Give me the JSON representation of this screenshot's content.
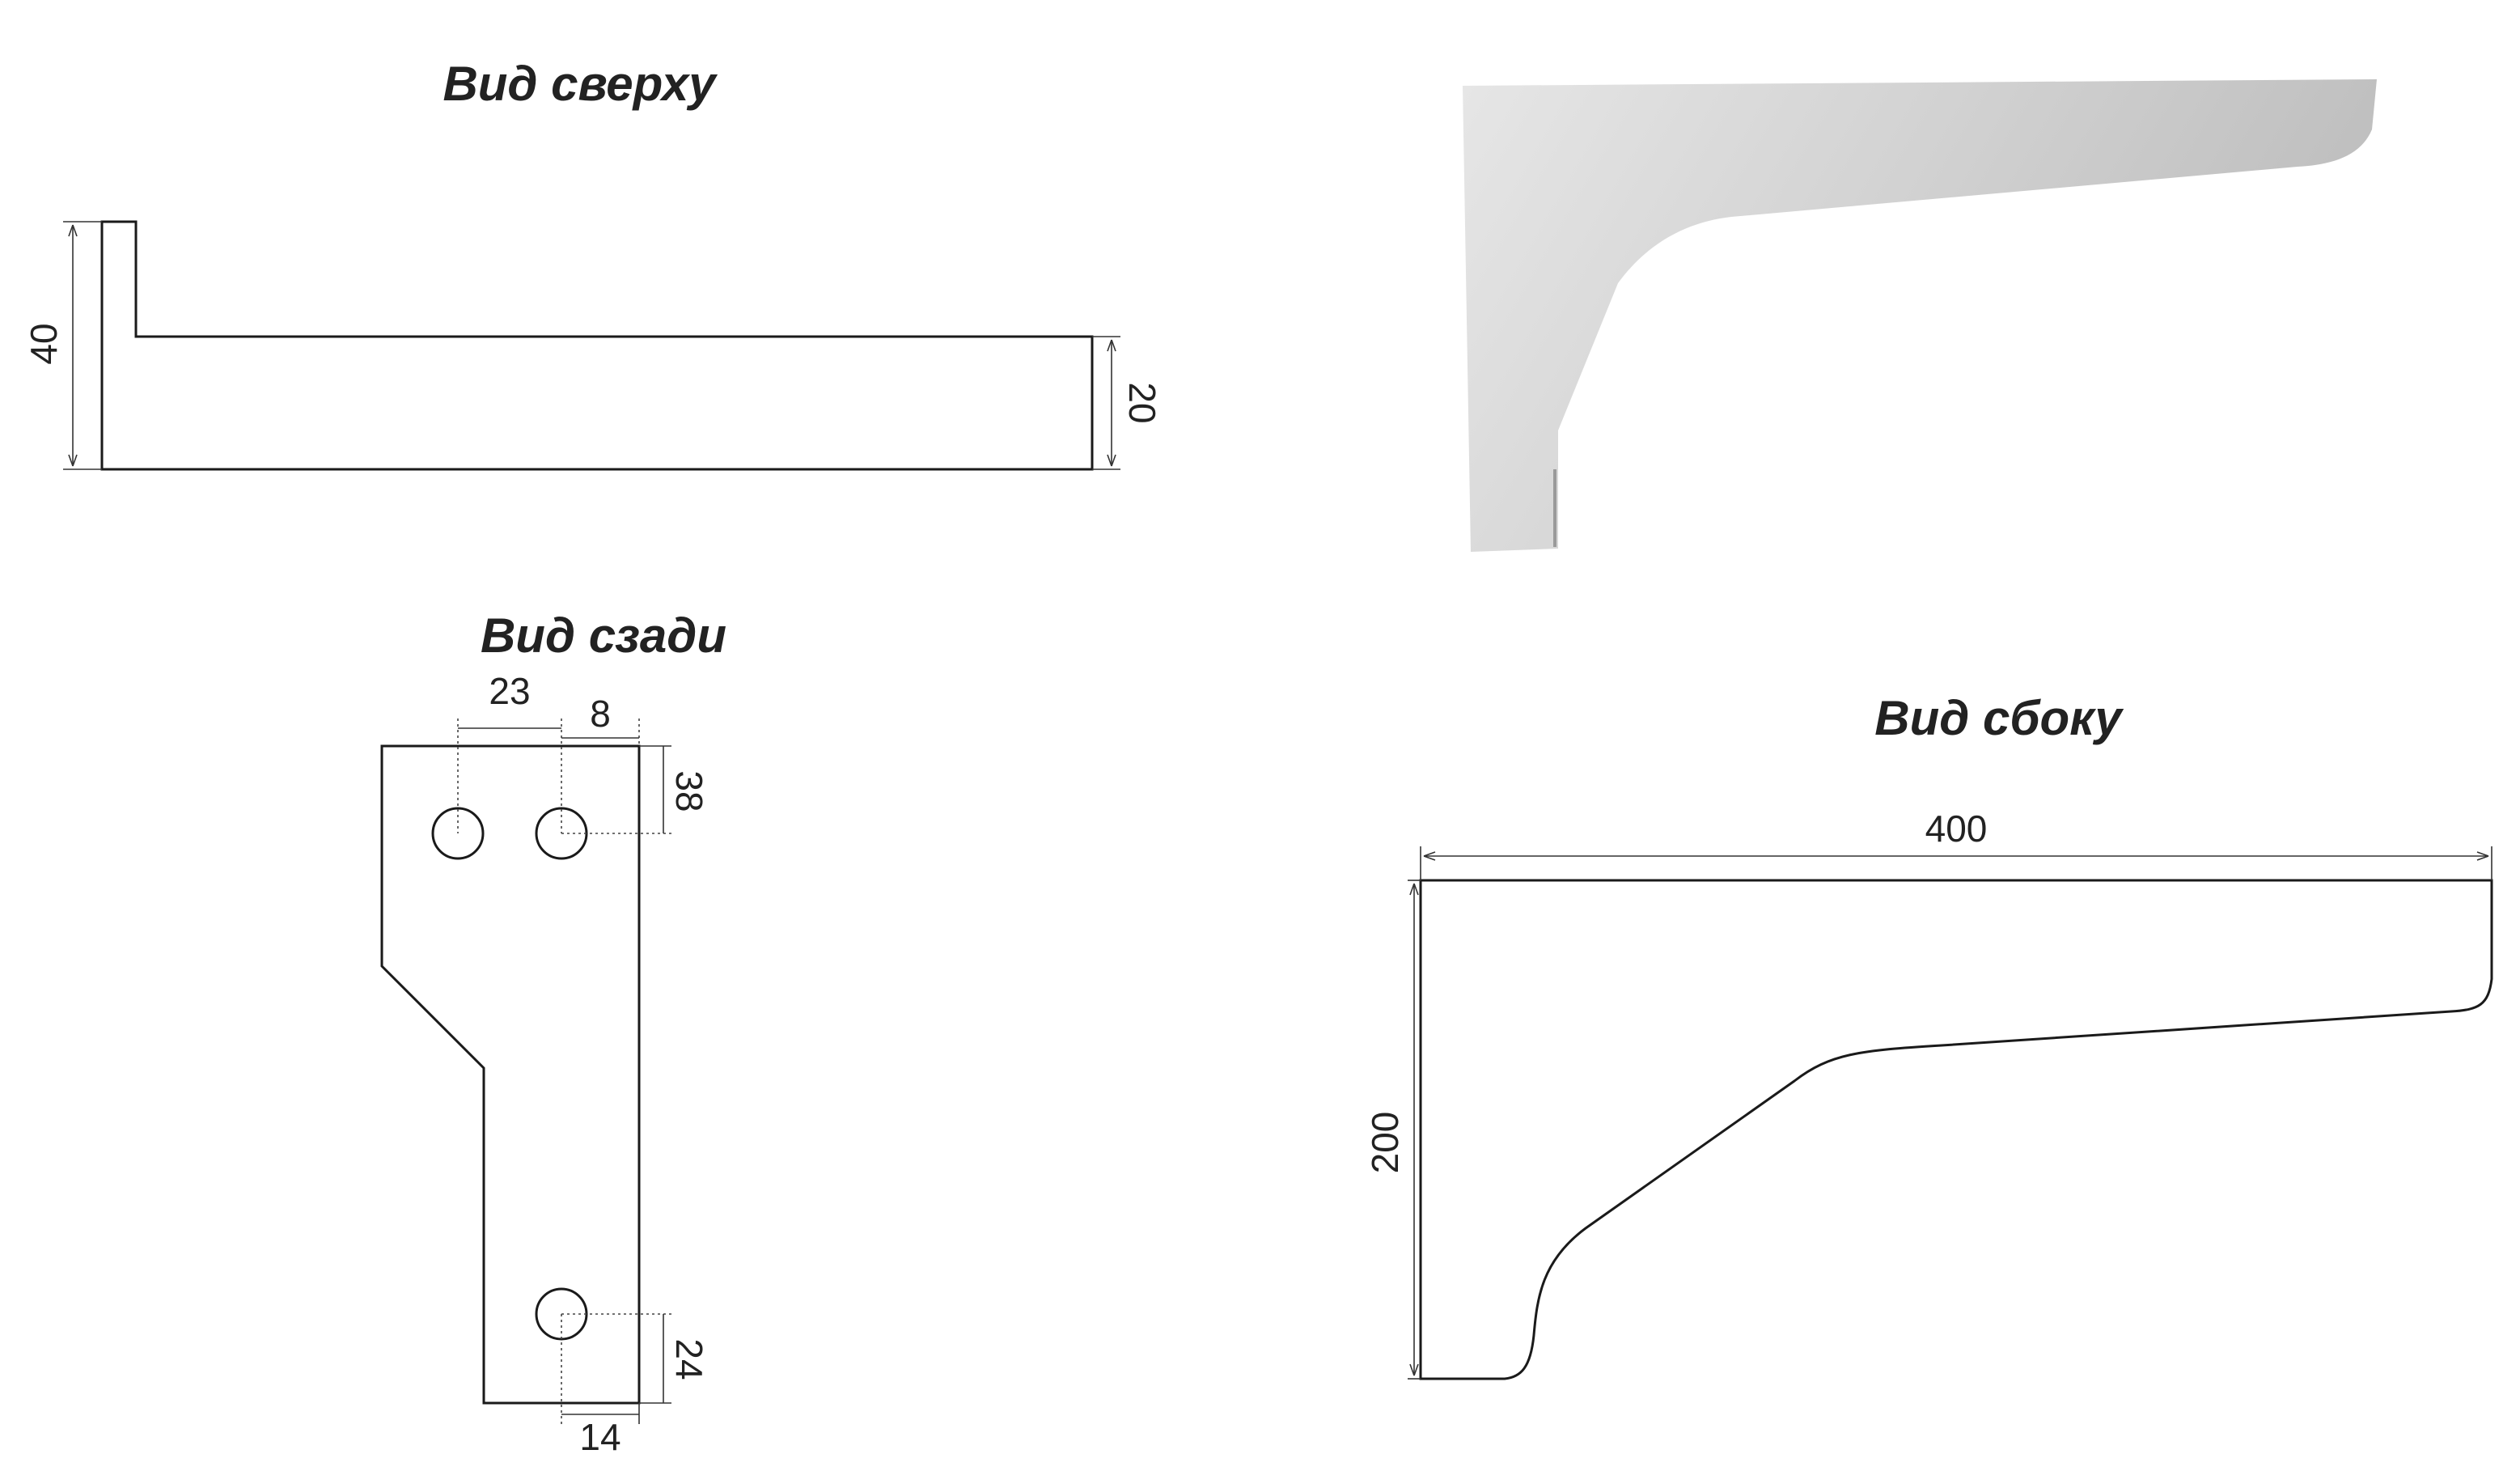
{
  "titles": {
    "top_view": "Вид сверху",
    "back_view": "Вид сзади",
    "side_view": "Вид сбоку"
  },
  "dimensions": {
    "top_height": "40",
    "top_flange": "20",
    "back_spacing": "23",
    "back_offset": "8",
    "back_top_hole": "38",
    "back_bottom_hole": "24",
    "back_bottom_offset": "14",
    "side_length": "400",
    "side_height": "200"
  },
  "colors": {
    "line": "#1a1a1a",
    "render_fill_light": "#e8e8e8",
    "render_fill_dark": "#bcbcbc"
  }
}
